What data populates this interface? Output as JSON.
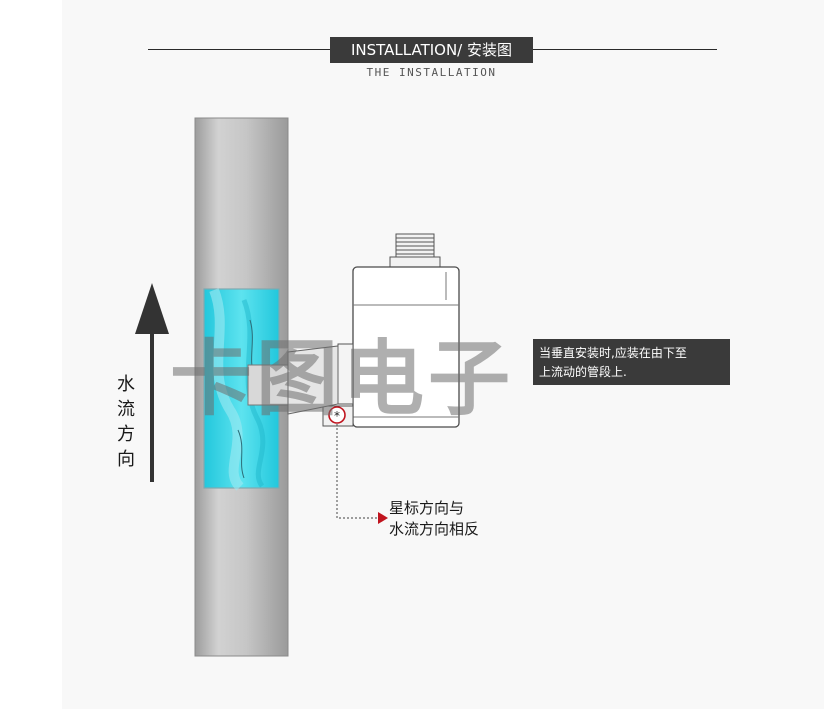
{
  "header": {
    "title": "INSTALLATION/ 安装图",
    "subtitle": "THE INSTALLATION"
  },
  "callout": {
    "line1": "当垂直安装时,应装在由下至",
    "line2": "上流动的管段上."
  },
  "flow_direction": {
    "chars": [
      "水",
      "流",
      "方",
      "向"
    ]
  },
  "star_note": {
    "line1": "星标方向与",
    "line2": "水流方向相反",
    "marker_glyph": "*"
  },
  "watermark": {
    "text": "卡图电子"
  },
  "colors": {
    "dark_box": "#3a3a3a",
    "pipe": "#c4c4c4",
    "water": "#3ad6e6",
    "arrow": "#333333",
    "pointer": "#c0141e"
  },
  "icons": {
    "flow_arrow": "up-arrow-icon",
    "pointer": "triangle-right-icon",
    "marker": "star-marker-icon"
  }
}
